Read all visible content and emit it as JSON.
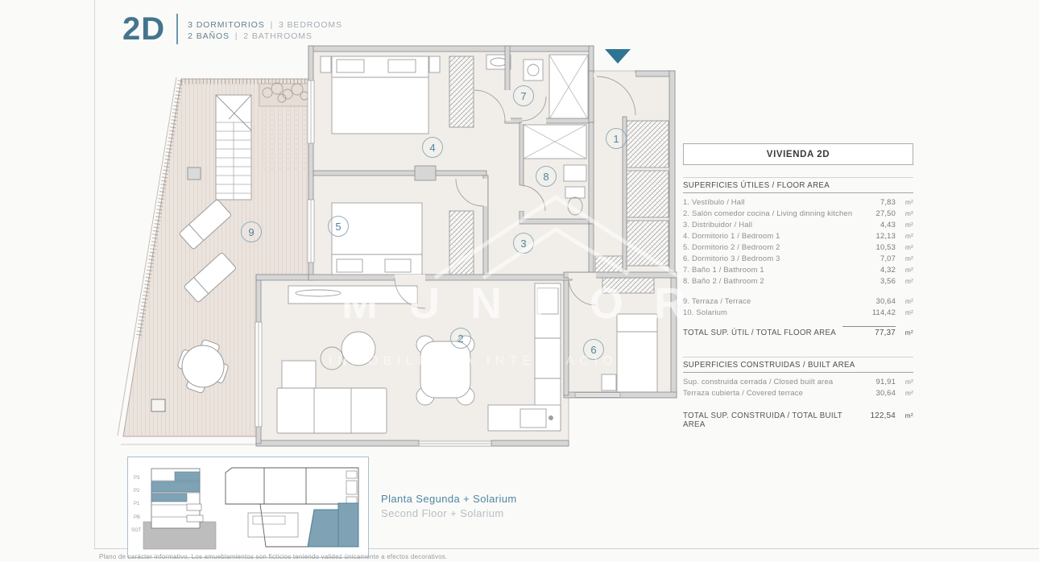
{
  "header": {
    "unit": "2D",
    "sep": "|",
    "line1_es": "3 DORMITORIOS",
    "line1_en": "3 BEDROOMS",
    "line2_es": "2 BAÑOS",
    "line2_en": "2 BATHROOMS"
  },
  "plan": {
    "rooms": [
      "1",
      "2",
      "3",
      "4",
      "5",
      "6",
      "7",
      "8",
      "9"
    ],
    "watermark_line1": "MUNFOR",
    "watermark_line2": "INMOBILIARIA INTERNACIONAL"
  },
  "info_panel": {
    "title": "VIVIENDA 2D",
    "unit": "m²",
    "floor_area": {
      "heading": "SUPERFICIES ÚTILES / FLOOR AREA",
      "rows": [
        {
          "label": "1. Vestíbulo / Hall",
          "value": "7,83"
        },
        {
          "label": "2. Salón comedor cocina / Living dinning kitchen",
          "value": "27,50"
        },
        {
          "label": "3. Distribuidor / Hall",
          "value": "4,43"
        },
        {
          "label": "4. Dormitorio 1 / Bedroom 1",
          "value": "12,13"
        },
        {
          "label": "5. Dormitorio 2 / Bedroom 2",
          "value": "10,53"
        },
        {
          "label": "6. Dormitorio 3 / Bedroom 3",
          "value": "7,07"
        },
        {
          "label": "7. Baño 1 / Bathroom 1",
          "value": "4,32"
        },
        {
          "label": "8. Baño 2 / Bathroom 2",
          "value": "3,56"
        }
      ],
      "extra_rows": [
        {
          "label": "9. Terraza / Terrace",
          "value": "30,64"
        },
        {
          "label": "10. Solarium",
          "value": "114,42"
        }
      ],
      "total_label": "TOTAL SUP. ÚTIL / TOTAL FLOOR AREA",
      "total_value": "77,37"
    },
    "built_area": {
      "heading": "SUPERFICIES CONSTRUIDAS / BUILT AREA",
      "rows": [
        {
          "label": "Sup. construida cerrada / Closed built area",
          "value": "91,91"
        },
        {
          "label": "Terraza cubierta / Covered terrace",
          "value": "30,64"
        }
      ],
      "total_label": "TOTAL SUP. CONSTRUIDA /  TOTAL BUILT AREA",
      "total_value": "122,54"
    }
  },
  "location_inset": {
    "floor_labels": [
      "P3",
      "P2",
      "P1",
      "PB",
      "SOT"
    ],
    "caption_es": "Planta Segunda + Solarium",
    "caption_en": "Second Floor + Solarium"
  },
  "footer": {
    "disclaimer": "Plano de carácter informativo. Los amueblamientos son ficticios teniendo validez únicamente a efectos decorativos."
  },
  "colors": {
    "accent_teal": "#44748e",
    "highlight_fill": "#7fa3b5",
    "entrance_arrow": "#2f7492",
    "wall_gray": "#d6d6d6",
    "room_fill": "#f1eee9",
    "terrace_fill": "#ebe3dd"
  }
}
